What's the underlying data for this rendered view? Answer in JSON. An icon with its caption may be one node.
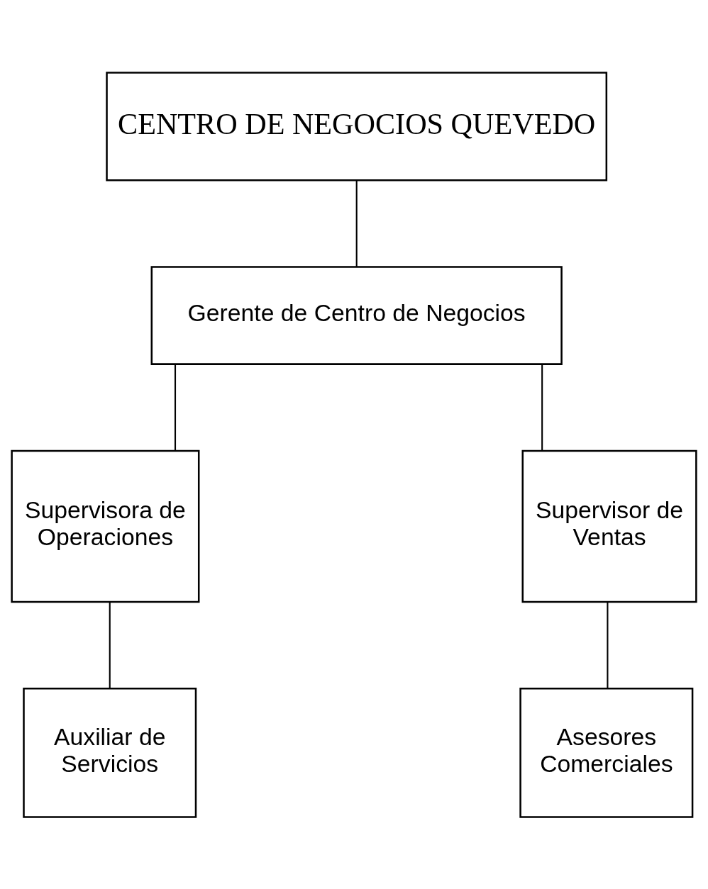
{
  "diagram": {
    "nodes": [
      {
        "text": [
          "CENTRO DE NEGOCIOS QUEVEDO"
        ]
      },
      {
        "text": [
          "Gerente de Centro de Negocios"
        ]
      },
      {
        "text": [
          "Supervisora de Operaciones"
        ]
      },
      {
        "text": [
          "Supervisor de Ventas"
        ]
      },
      {
        "text": [
          "Auxiliar de Servicios"
        ]
      },
      {
        "text": [
          "Asesores Comerciales"
        ]
      }
    ],
    "edges": [
      {
        "from": 0,
        "to": 1,
        "arrow": "none"
      },
      {
        "from": 1,
        "to": 2,
        "arrow": "none"
      },
      {
        "from": 1,
        "to": 3,
        "arrow": "none"
      },
      {
        "from": 2,
        "to": 4,
        "arrow": "none"
      },
      {
        "from": 3,
        "to": 5,
        "arrow": "none"
      }
    ]
  }
}
